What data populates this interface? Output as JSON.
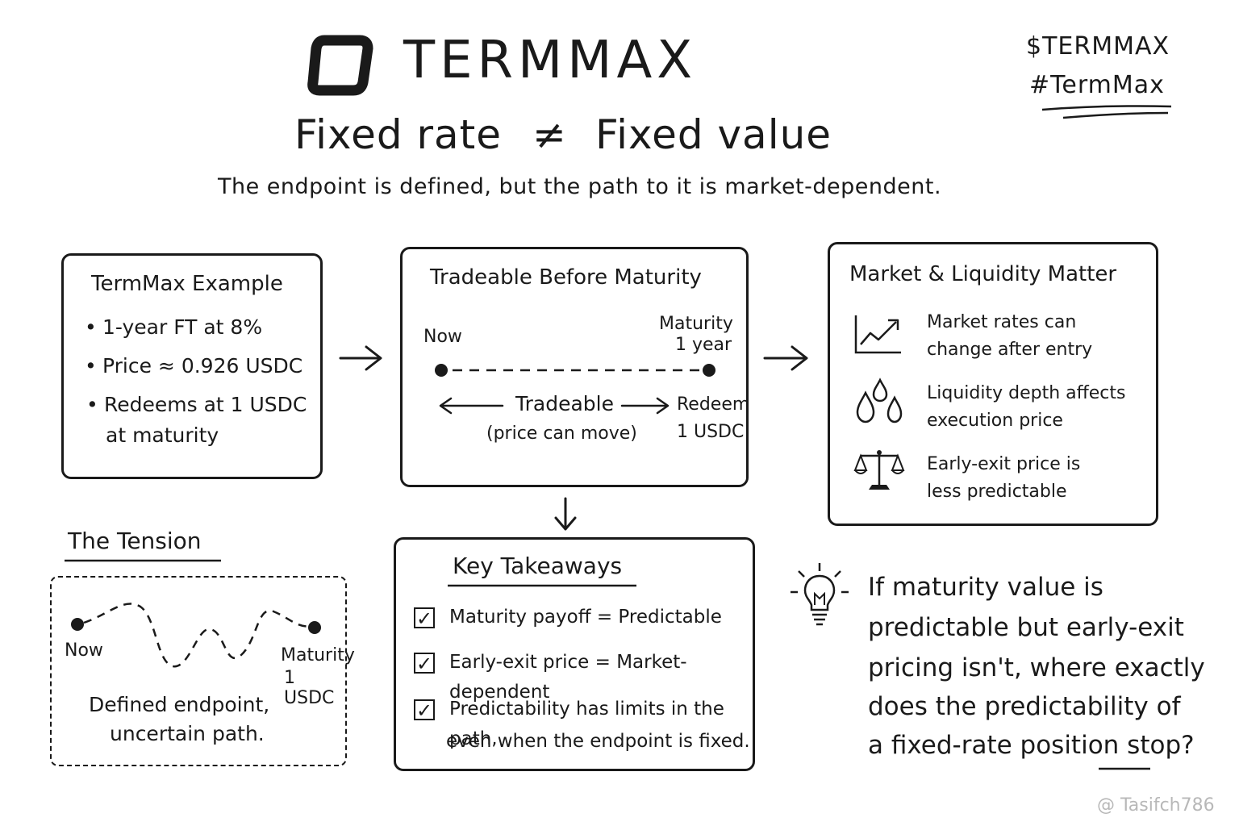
{
  "header": {
    "brand": "TERMMAX",
    "headline_left": "Fixed rate",
    "headline_symbol": "≠",
    "headline_right": "Fixed value",
    "tagline": "The endpoint is defined, but the path to it is market-dependent.",
    "ticker": "$TERMMAX",
    "hashtag": "#TermMax"
  },
  "example": {
    "title": "TermMax Example",
    "bullets": [
      "1-year FT at 8%",
      "Price ≈ 0.926 USDC",
      "Redeems at 1 USDC",
      "at maturity"
    ]
  },
  "tradeable": {
    "title": "Tradeable Before Maturity",
    "now_label": "Now",
    "maturity_label": "Maturity",
    "maturity_term": "1 year",
    "tradeable_label": "Tradeable",
    "tradeable_note": "(price can move)",
    "redeem_label": "Redeem",
    "redeem_value": "1 USDC"
  },
  "market": {
    "title": "Market & Liquidity Matter",
    "items": [
      {
        "icon": "line-chart-icon",
        "line1": "Market rates can",
        "line2": "change after entry"
      },
      {
        "icon": "droplets-icon",
        "line1": "Liquidity depth affects",
        "line2": "execution price"
      },
      {
        "icon": "scales-icon",
        "line1": "Early-exit price is",
        "line2": "less predictable"
      }
    ]
  },
  "tension": {
    "title": "The Tension",
    "now_label": "Now",
    "maturity_label": "Maturity",
    "maturity_value": "1 USDC",
    "caption1": "Defined endpoint,",
    "caption2": "uncertain path."
  },
  "takeaways": {
    "title": "Key Takeaways",
    "items": [
      "Maturity payoff = Predictable",
      "Early-exit price = Market-dependent",
      "Predictability has limits in the path,",
      "even when the endpoint is fixed."
    ]
  },
  "question": {
    "lines": [
      "If maturity value is",
      "predictable but early-exit",
      "pricing isn't, where exactly",
      "does the predictability of",
      "a fixed-rate position stop?"
    ]
  },
  "watermark": "@ Tasifch786",
  "colors": {
    "ink": "#1a1a1a",
    "watermark": "#b8b8b8"
  }
}
